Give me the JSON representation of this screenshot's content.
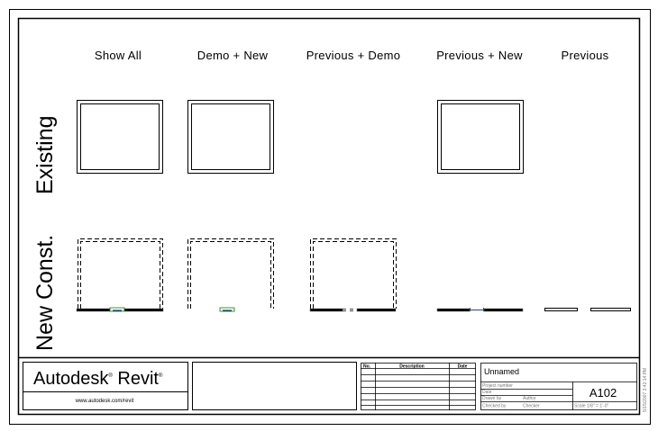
{
  "columns": [
    "Show All",
    "Demo + New",
    "Previous + Demo",
    "Previous + New",
    "Previous"
  ],
  "rows": [
    "Existing",
    "New Const."
  ],
  "titleblock": {
    "logo": "Autodesk",
    "logo_product": "Revit",
    "website": "www.autodesk.com/revit",
    "revision_headers": {
      "no": "No.",
      "description": "Description",
      "date": "Date"
    },
    "project_name": "Unnamed",
    "project_number_label": "Project number",
    "date_label": "Date",
    "drawn_by_label": "Drawn by",
    "drawn_by_value": "Author",
    "checked_by_label": "Checked by",
    "checked_by_value": "Checker",
    "sheet_number": "A102",
    "scale": "Scale 1/8\" = 1'-0\"",
    "timestamp": "5/15/2007 3:42:14 PM"
  },
  "colors": {
    "wall": "#000000",
    "door_frame": "#008000",
    "door_panel": "#000080"
  }
}
